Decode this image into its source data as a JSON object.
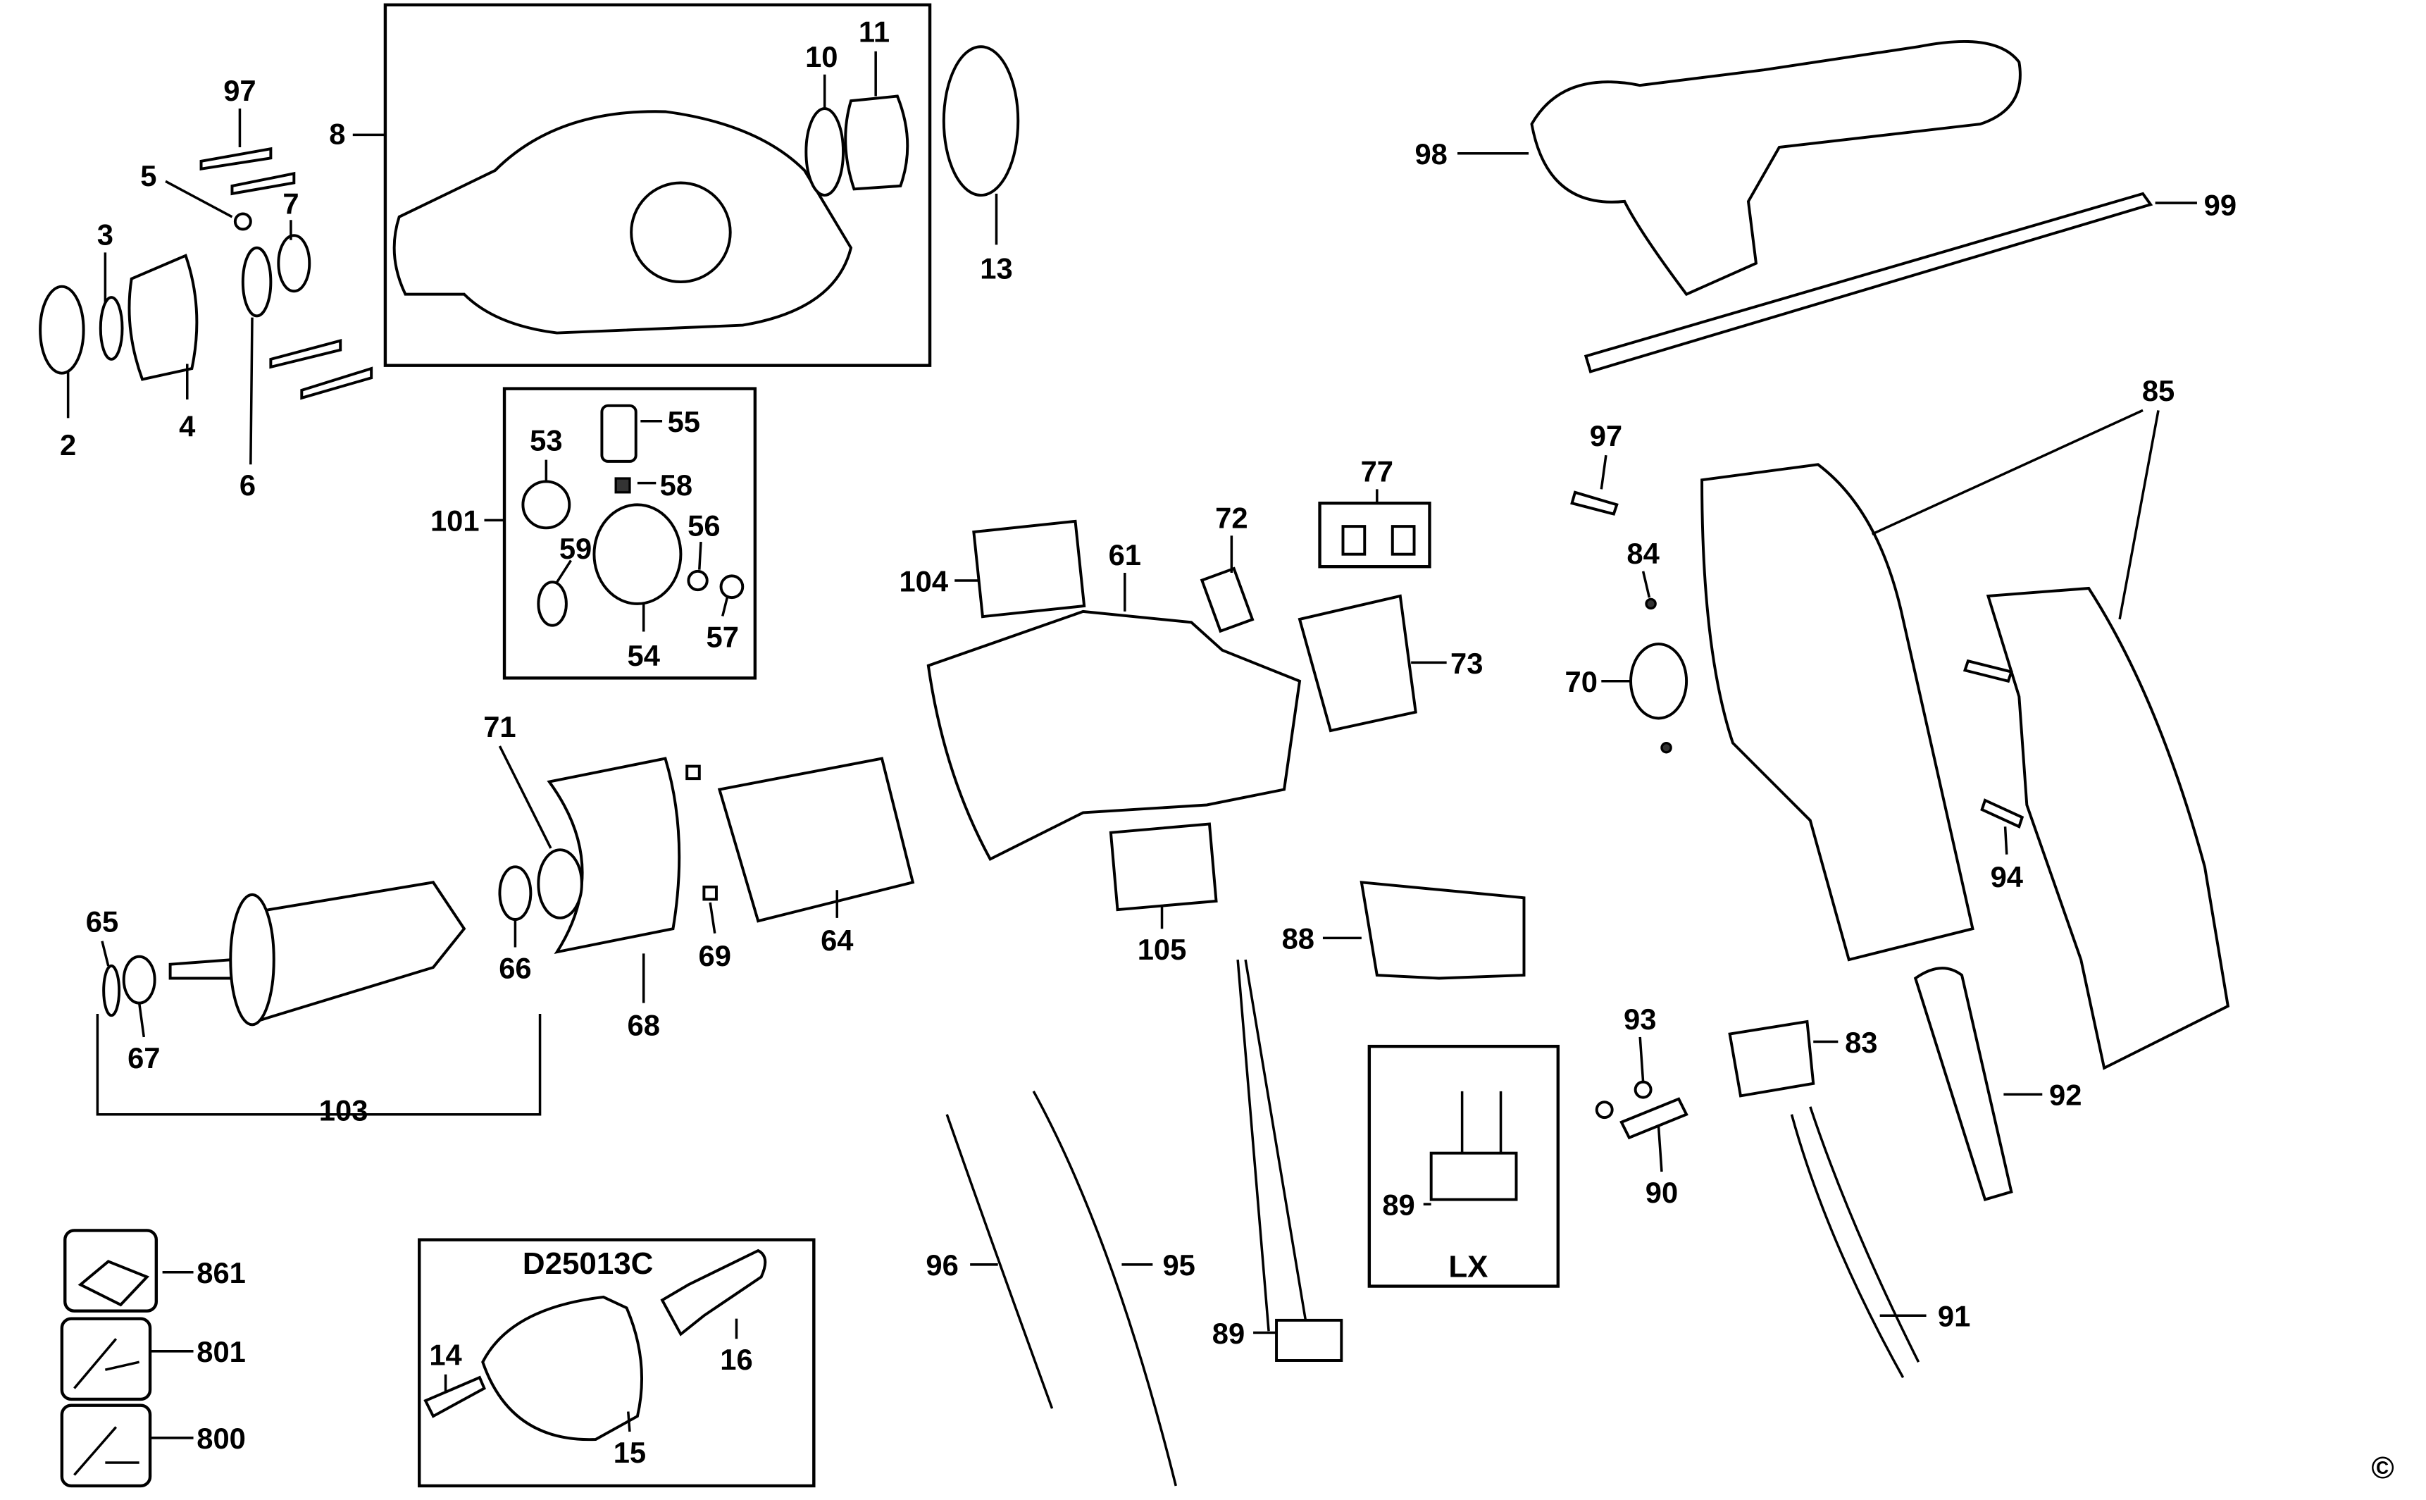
{
  "diagram": {
    "type": "exploded parts diagram",
    "kit_titles": {
      "chuck_kit": "D25013C",
      "lx_box": "LX"
    },
    "copyright": "©",
    "labels": [
      "97",
      "8",
      "5",
      "7",
      "3",
      "10",
      "11",
      "13",
      "98",
      "99",
      "2",
      "4",
      "6",
      "53",
      "55",
      "58",
      "101",
      "56",
      "59",
      "54",
      "57",
      "97",
      "85",
      "77",
      "72",
      "61",
      "104",
      "84",
      "73",
      "70",
      "71",
      "65",
      "66",
      "68",
      "69",
      "64",
      "105",
      "88",
      "94",
      "67",
      "103",
      "93",
      "83",
      "92",
      "89",
      "90",
      "861",
      "96",
      "95",
      "89",
      "91",
      "801",
      "16",
      "14",
      "800",
      "15"
    ]
  }
}
